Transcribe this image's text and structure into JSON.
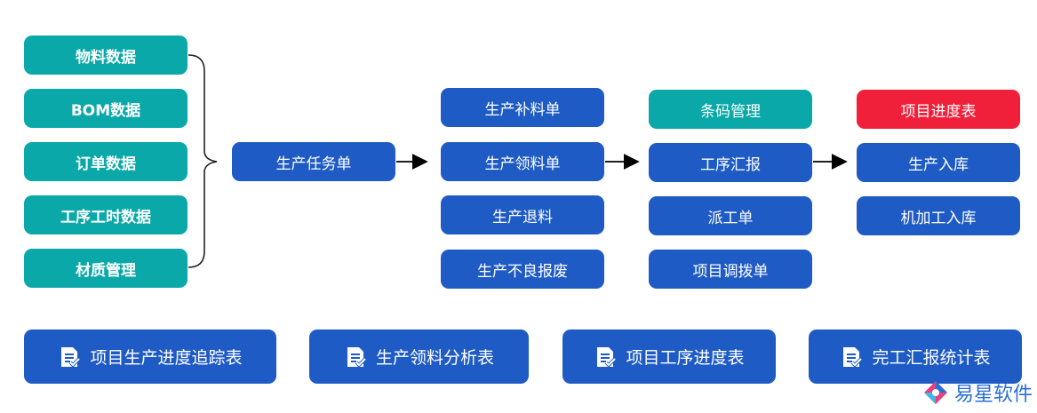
{
  "sources": [
    "物料数据",
    "BOM数据",
    "订单数据",
    "工序工时数据",
    "材质管理"
  ],
  "task": "生产任务单",
  "materials": [
    "生产补料单",
    "生产领料单",
    "生产退料",
    "生产不良报废"
  ],
  "process": [
    "条码管理",
    "工序汇报",
    "派工单",
    "项目调拨单"
  ],
  "outputs": [
    "项目进度表",
    "生产入库",
    "机加工入库"
  ],
  "reports": [
    "项目生产进度追踪表",
    "生产领料分析表",
    "项目工序进度表",
    "完工汇报统计表"
  ],
  "logo_text": "易星软件",
  "colors": {
    "teal": "#0aa8a8",
    "blue": "#1f5bc4",
    "red": "#f0203a",
    "logo": "#2a6fd6"
  }
}
